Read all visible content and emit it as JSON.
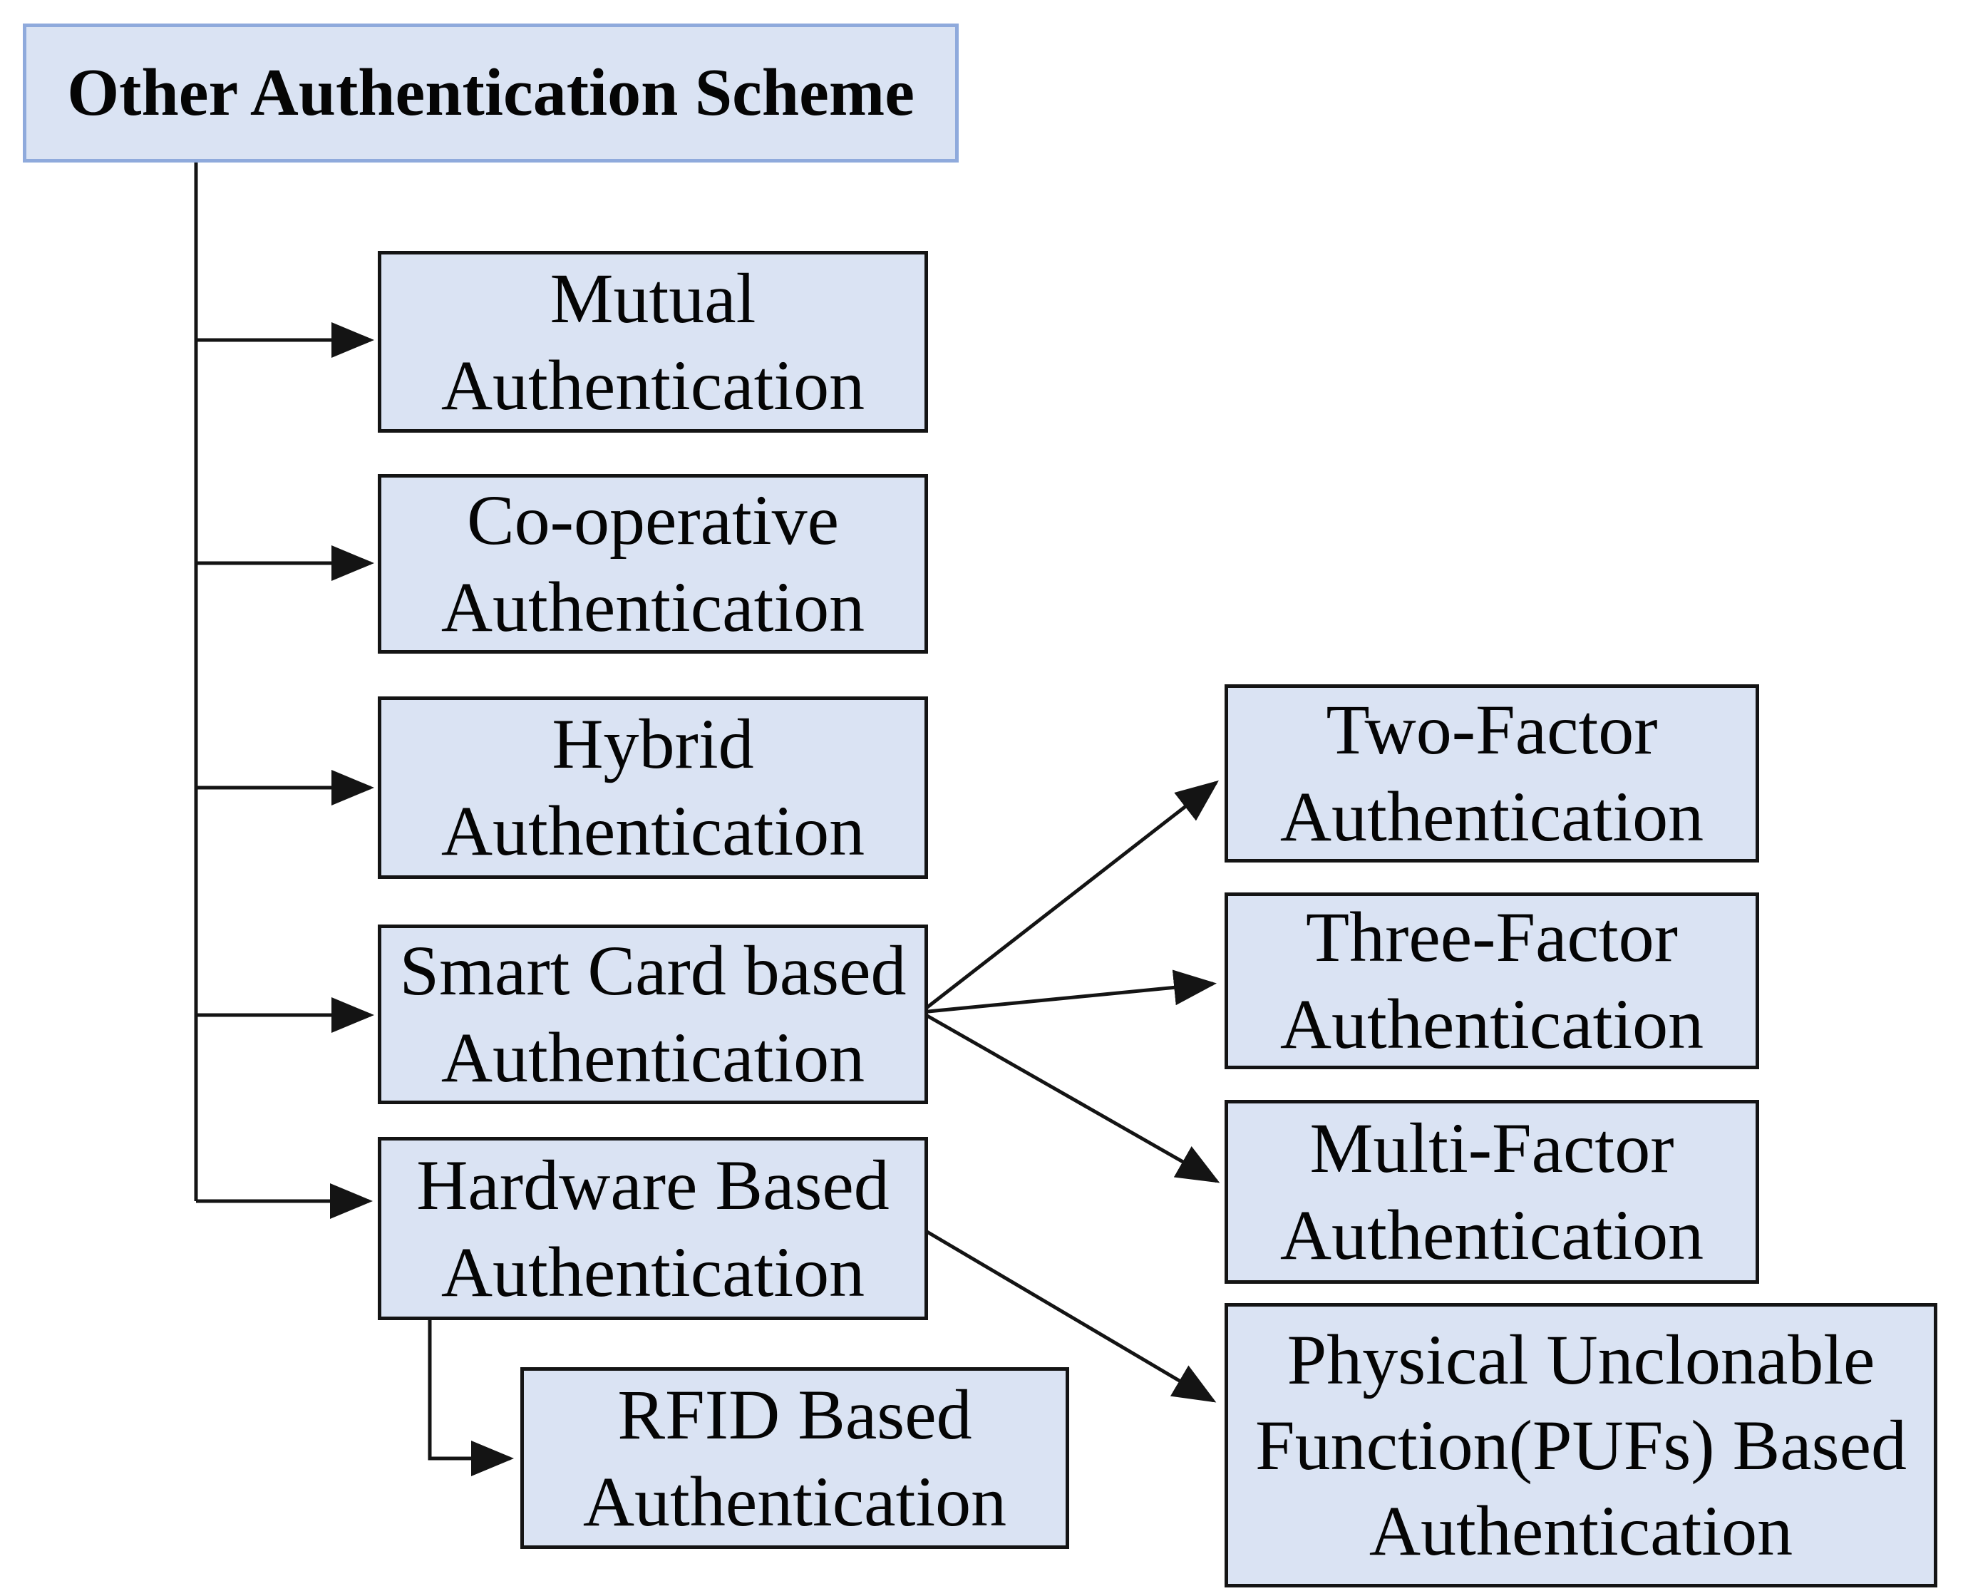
{
  "diagram": {
    "description": "Hierarchy of other authentication schemes",
    "nodes": {
      "root": {
        "label": "Other Authentication Scheme"
      },
      "mutual": {
        "label": "Mutual\nAuthentication"
      },
      "cooperative": {
        "label": "Co-operative\nAuthentication"
      },
      "hybrid": {
        "label": "Hybrid\nAuthentication"
      },
      "smartcard": {
        "label": "Smart Card based\nAuthentication"
      },
      "hardware": {
        "label": "Hardware Based\nAuthentication"
      },
      "rfid": {
        "label": "RFID Based\nAuthentication"
      },
      "twofactor": {
        "label": "Two-Factor\nAuthentication"
      },
      "threefactor": {
        "label": "Three-Factor\nAuthentication"
      },
      "multifactor": {
        "label": "Multi-Factor\nAuthentication"
      },
      "puf": {
        "label": "Physical Unclonable\nFunction(PUFs) Based\nAuthentication"
      }
    },
    "edges": [
      {
        "from": "root",
        "to": "mutual"
      },
      {
        "from": "root",
        "to": "cooperative"
      },
      {
        "from": "root",
        "to": "hybrid"
      },
      {
        "from": "root",
        "to": "smartcard"
      },
      {
        "from": "root",
        "to": "hardware"
      },
      {
        "from": "smartcard",
        "to": "twofactor"
      },
      {
        "from": "smartcard",
        "to": "threefactor"
      },
      {
        "from": "smartcard",
        "to": "multifactor"
      },
      {
        "from": "hardware",
        "to": "puf"
      },
      {
        "from": "hardware",
        "to": "rfid"
      }
    ],
    "colors": {
      "box_fill": "#dae3f3",
      "box_border": "#141414",
      "root_border": "#8faadc",
      "line_color": "#141414",
      "text_color": "#050505",
      "bg": "#ffffff"
    }
  }
}
